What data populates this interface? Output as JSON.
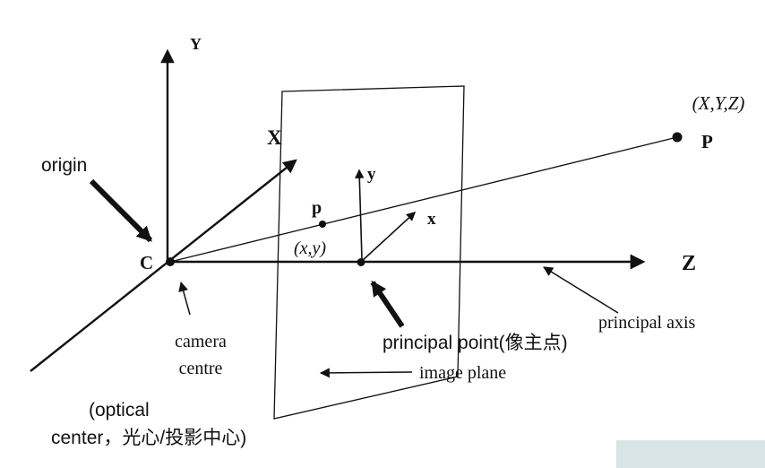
{
  "labels": {
    "axis_Y": "Y",
    "axis_X": "X",
    "axis_Z": "Z",
    "plane_axis_y": "y",
    "plane_axis_x": "x",
    "camera_center": "C",
    "point_p": "p",
    "point_p_coords": "(x,y)",
    "point_P": "P",
    "point_P_coords": "(X,Y,Z)",
    "origin": "origin",
    "camera_centre_line1": "camera",
    "camera_centre_line2": "centre",
    "optical_center_line1": "(optical",
    "optical_center_line2": "center，光心/投影中心)",
    "principal_point": "principal point(像主点)",
    "principal_axis": "principal axis",
    "image_plane": "image plane"
  },
  "colors": {
    "ink": "#111111",
    "background": "#ffffff",
    "watermark_box": "#d9e4e7"
  }
}
